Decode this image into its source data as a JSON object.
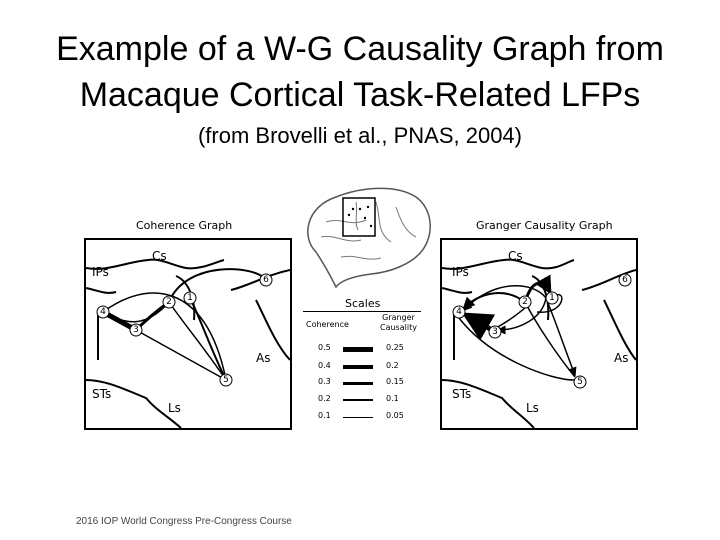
{
  "slide": {
    "title_line1": "Example of a W-G Causality Graph  from",
    "title_line2": "Macaque Cortical Task-Related LFPs",
    "subtitle": "(from Brovelli et al., PNAS, 2004)",
    "footer": "2016 IOP World Congress Pre-Congress Course"
  },
  "coherence_panel": {
    "title": "Coherence Graph",
    "regions": [
      "Cs",
      "IPs",
      "As",
      "STs",
      "Ls"
    ],
    "nodes": [
      "1",
      "2",
      "3",
      "4",
      "5",
      "6"
    ]
  },
  "granger_panel": {
    "title": "Granger Causality Graph",
    "regions": [
      "Cs",
      "IPs",
      "As",
      "STs",
      "Ls"
    ],
    "nodes": [
      "1",
      "2",
      "3",
      "4",
      "5",
      "6"
    ]
  },
  "scales": {
    "title": "Scales",
    "coherence_header": "Coherence",
    "granger_header_line1": "Granger",
    "granger_header_line2": "Causality",
    "rows": [
      {
        "coherence": "0.5",
        "granger": "0.25",
        "weight": 5
      },
      {
        "coherence": "0.4",
        "granger": "0.2",
        "weight": 4
      },
      {
        "coherence": "0.3",
        "granger": "0.15",
        "weight": 3
      },
      {
        "coherence": "0.2",
        "granger": "0.1",
        "weight": 2
      },
      {
        "coherence": "0.1",
        "granger": "0.05",
        "weight": 1
      }
    ]
  }
}
